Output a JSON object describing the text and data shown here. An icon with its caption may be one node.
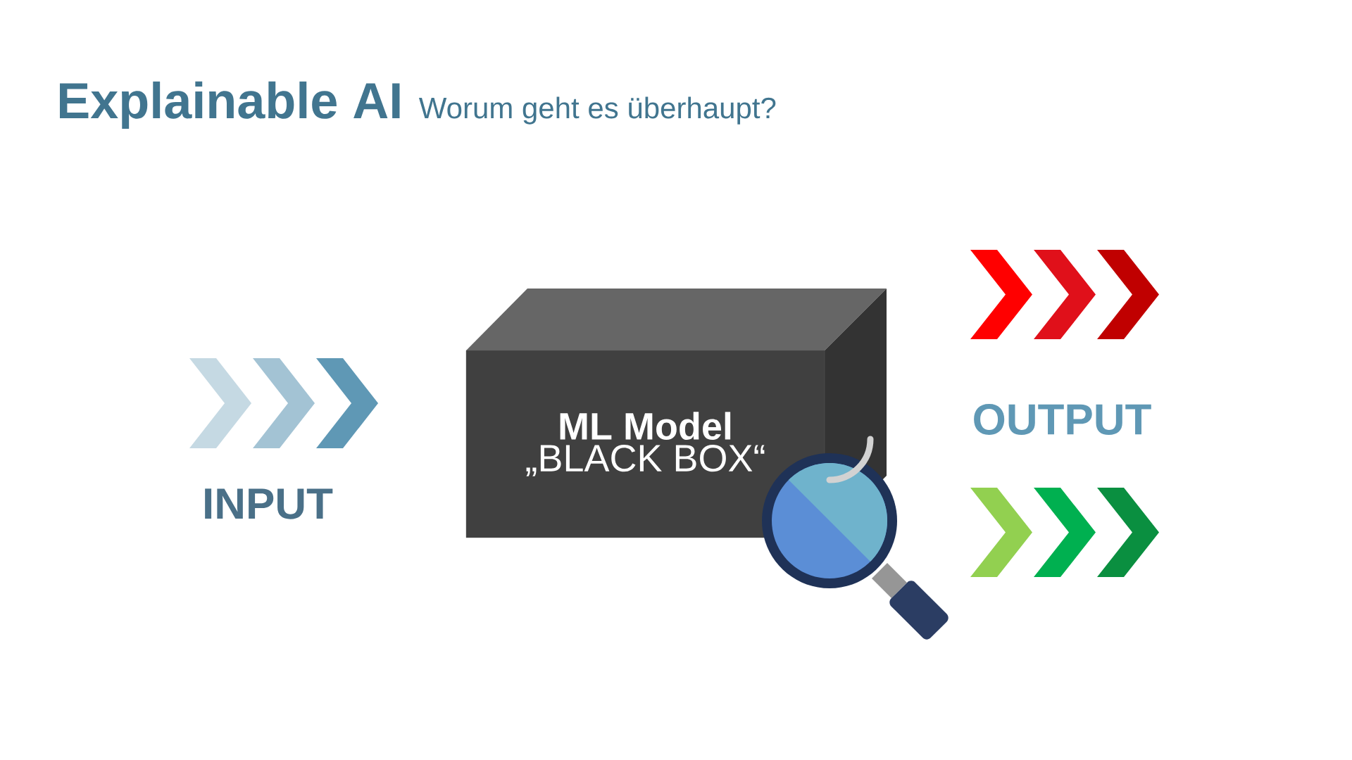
{
  "diagram": {
    "title": "Explainable AI",
    "nodes": [
      {
        "text": [
          "INPUT"
        ]
      },
      {
        "text": [
          "ML Model",
          "„BLACK BOX“"
        ]
      },
      {
        "text": [
          "OUTPUT"
        ]
      }
    ],
    "labels": [
      "Worum geht es überhaupt?"
    ]
  }
}
